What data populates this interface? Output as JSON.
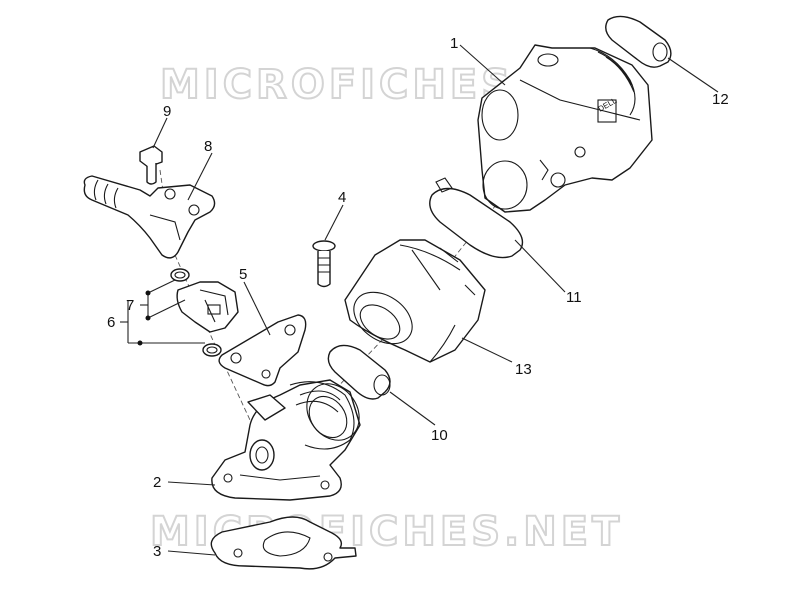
{
  "watermark": {
    "top": "MICROFICHES.NET",
    "bottom": "MICROFICHES.NET"
  },
  "part_labels": {
    "p1": "1",
    "p2": "2",
    "p3": "3",
    "p4": "4",
    "p5": "5",
    "p6": "6",
    "p7": "7",
    "p8": "8",
    "p9": "9",
    "p10": "10",
    "p11": "11",
    "p12": "12",
    "p13": "13"
  },
  "throttle_body_marking": "DELL"
}
